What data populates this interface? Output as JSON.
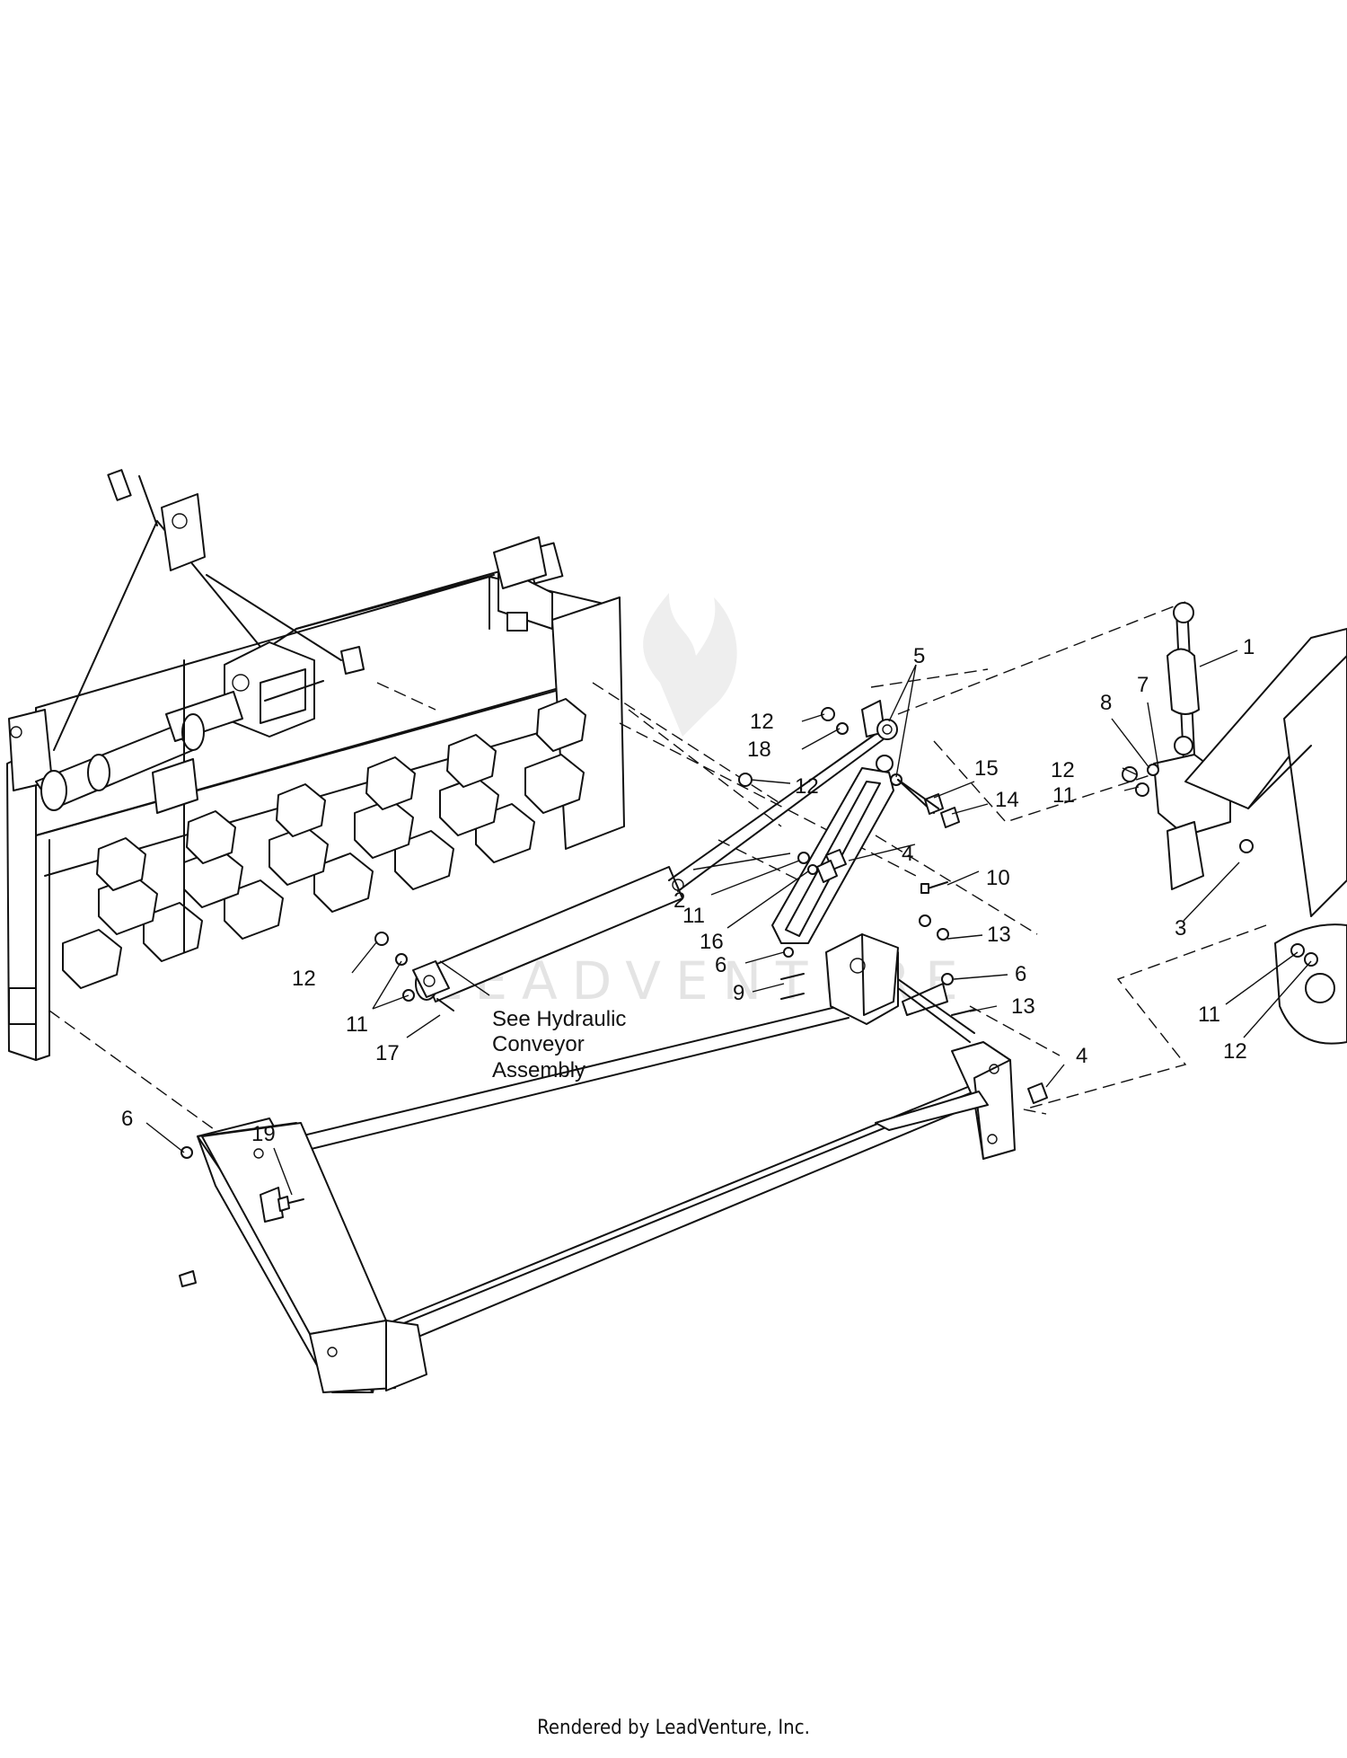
{
  "callouts": [
    {
      "id": "c1",
      "label": "1"
    },
    {
      "id": "c2",
      "label": "2"
    },
    {
      "id": "c3",
      "label": "3"
    },
    {
      "id": "c4a",
      "label": "4"
    },
    {
      "id": "c4b",
      "label": "4"
    },
    {
      "id": "c5",
      "label": "5"
    },
    {
      "id": "c6a",
      "label": "6"
    },
    {
      "id": "c6b",
      "label": "6"
    },
    {
      "id": "c6c",
      "label": "6"
    },
    {
      "id": "c7",
      "label": "7"
    },
    {
      "id": "c8",
      "label": "8"
    },
    {
      "id": "c9",
      "label": "9"
    },
    {
      "id": "c10",
      "label": "10"
    },
    {
      "id": "c11a",
      "label": "11"
    },
    {
      "id": "c11b",
      "label": "11"
    },
    {
      "id": "c11c",
      "label": "11"
    },
    {
      "id": "c11d",
      "label": "11"
    },
    {
      "id": "c12a",
      "label": "12"
    },
    {
      "id": "c12b",
      "label": "12"
    },
    {
      "id": "c12c",
      "label": "12"
    },
    {
      "id": "c12d",
      "label": "12"
    },
    {
      "id": "c12e",
      "label": "12"
    },
    {
      "id": "c13a",
      "label": "13"
    },
    {
      "id": "c13b",
      "label": "13"
    },
    {
      "id": "c14",
      "label": "14"
    },
    {
      "id": "c15",
      "label": "15"
    },
    {
      "id": "c16",
      "label": "16"
    },
    {
      "id": "c17",
      "label": "17"
    },
    {
      "id": "c18",
      "label": "18"
    },
    {
      "id": "c19",
      "label": "19"
    }
  ],
  "note_lines": [
    "See Hydraulic",
    "Conveyor",
    "Assembly"
  ],
  "watermark": "LEADVENTURE",
  "footer": "Rendered by LeadVenture, Inc."
}
